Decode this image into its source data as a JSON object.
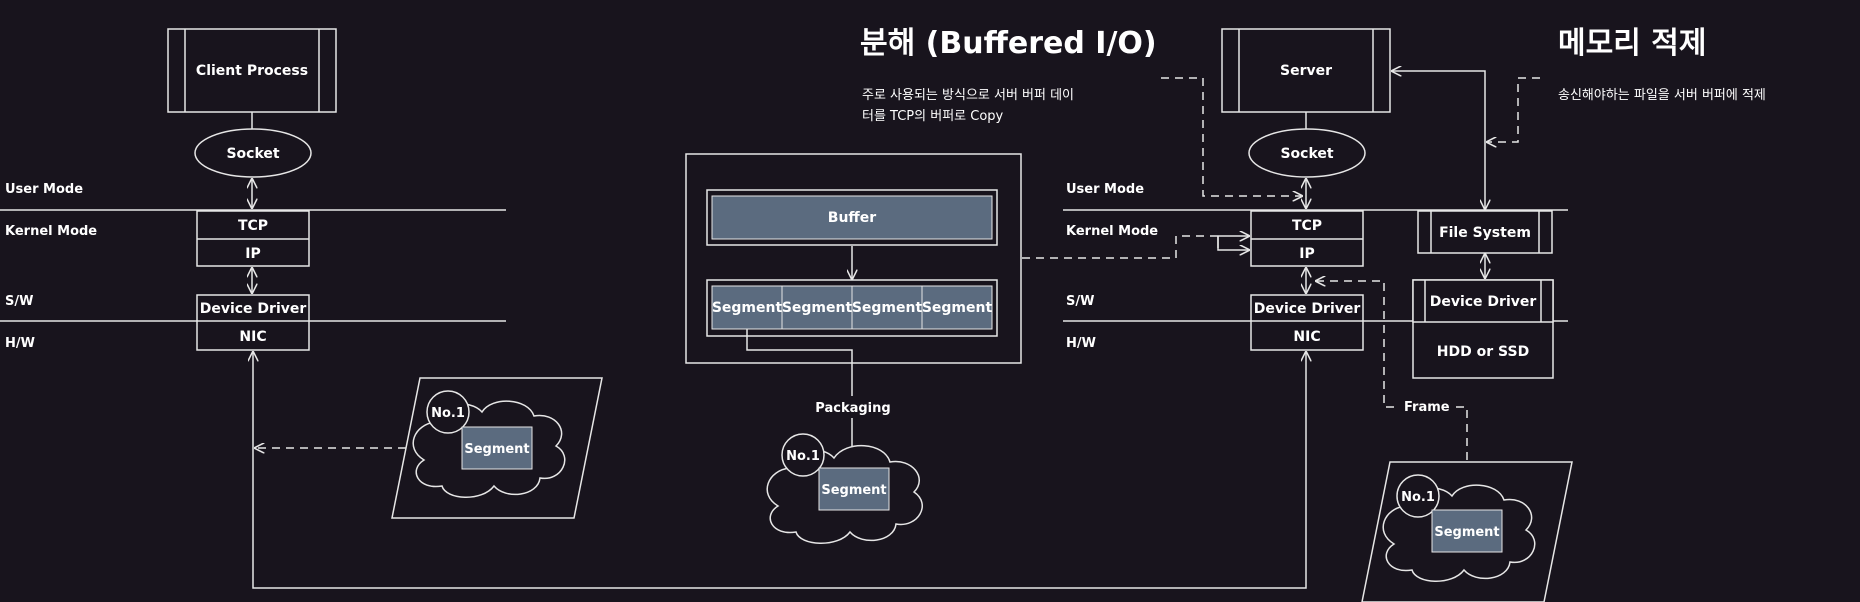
{
  "client": {
    "process": "Client Process",
    "socket": "Socket",
    "tcp": "TCP",
    "ip": "IP",
    "device_driver": "Device Driver",
    "nic": "NIC"
  },
  "server": {
    "process": "Server",
    "socket": "Socket",
    "tcp": "TCP",
    "ip": "IP",
    "device_driver": "Device Driver",
    "nic": "NIC",
    "file_system": "File System",
    "storage_driver": "Device Driver",
    "storage": "HDD or SSD"
  },
  "layers": {
    "user_mode": "User Mode",
    "kernel_mode": "Kernel Mode",
    "sw": "S/W",
    "hw": "H/W"
  },
  "buffer": {
    "label": "Buffer",
    "segments": [
      "Segment",
      "Segment",
      "Segment",
      "Segment"
    ],
    "packaging": "Packaging"
  },
  "packet": {
    "number": "No.1",
    "segment": "Segment"
  },
  "frame": "Frame",
  "buffered_io": {
    "title": "분해 (Buffered I/O)",
    "note_line1": "주로 사용되는 방식으로 서버 버퍼 데이",
    "note_line2": "터를 TCP의 버퍼로 Copy"
  },
  "memory_load": {
    "title": "메모리 적제",
    "note": "송신해야하는 파일을 서버 버퍼에 적제"
  },
  "colors": {
    "background": "#18141d",
    "line": "#e6e6e6",
    "segment_fill": "#5b6b7f"
  }
}
